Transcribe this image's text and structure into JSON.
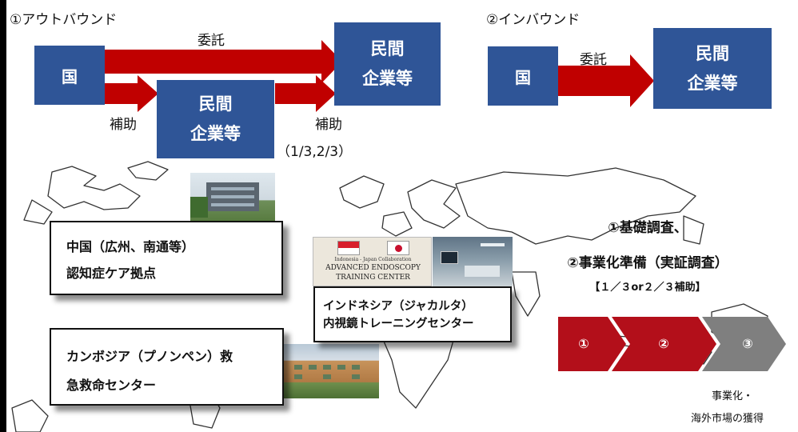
{
  "outbound": {
    "title": "①アウトバウンド",
    "box_country": "国",
    "box_private_right": [
      "民間",
      "企業等"
    ],
    "box_private_middle": [
      "民間",
      "企業等"
    ],
    "label_commission": "委託",
    "label_subsidy_left": "補助",
    "label_subsidy_right": "補助",
    "label_ratio": "（1/3,2/3）"
  },
  "inbound": {
    "title": "②インバウンド",
    "box_country": "国",
    "box_private": [
      "民間",
      "企業等"
    ],
    "label_commission": "委託"
  },
  "examples": {
    "china": [
      "中国（広州、南通等）",
      "認知症ケア拠点"
    ],
    "indonesia": [
      "インドネシア（ジャカルタ）",
      "内視鏡トレーニングセンター"
    ],
    "cambodia": [
      "カンボジア（プノンペン）救",
      "急救命センター"
    ],
    "photo_banner": {
      "line1": "Indonesia - Japan Collaboration",
      "line2": "ADVANCED ENDOSCOPY",
      "line3": "TRAINING CENTER"
    }
  },
  "process": {
    "heading_line1": "①基礎調査、",
    "heading_line2": "②事業化準備（実証調査）",
    "subsidy_note": "【１／３or２／３補助】",
    "steps": [
      "①",
      "②",
      "③"
    ],
    "outcome_line1": "事業化・",
    "outcome_line2": "海外市場の獲得"
  },
  "colors": {
    "box_blue": "#2f5597",
    "arrow_red": "#c00000",
    "chevron_red": "#b30f1a",
    "chevron_gray": "#7f7f7f"
  }
}
